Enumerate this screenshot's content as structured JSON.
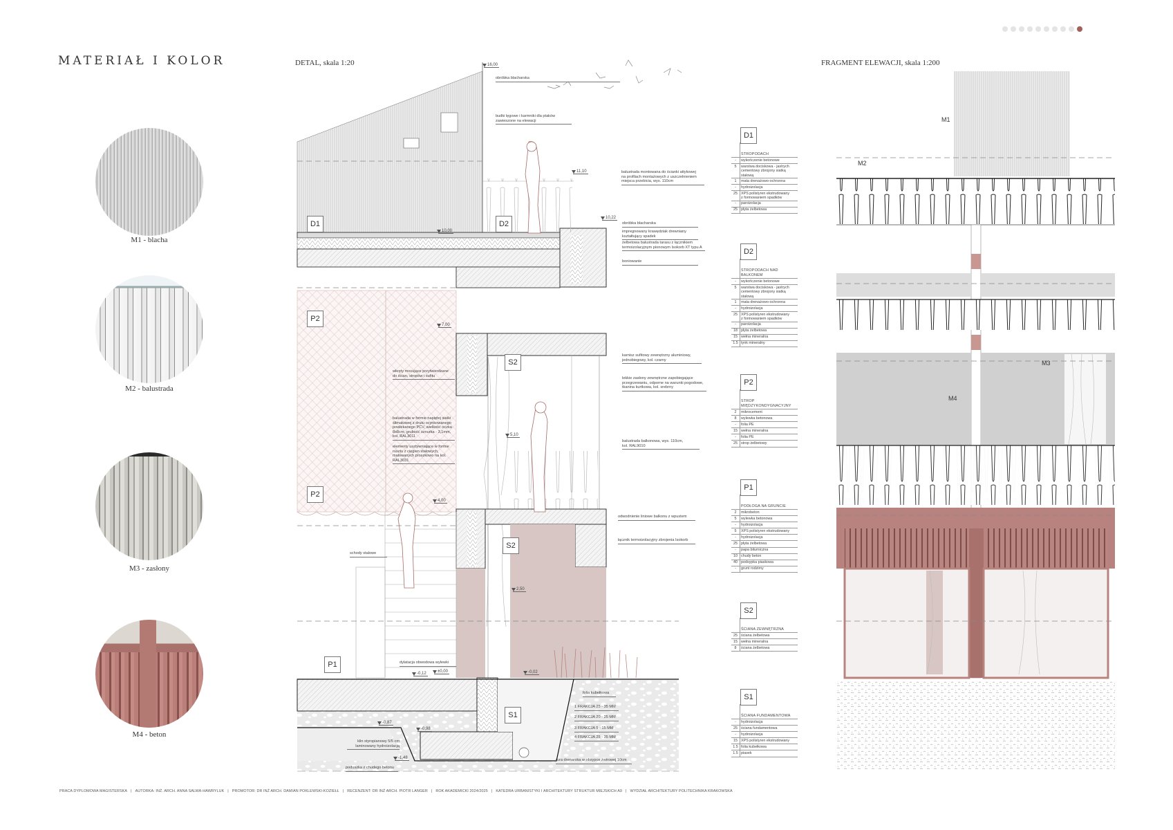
{
  "header": {
    "title": "MATERIAŁ I KOLOR",
    "detail_title": "DETAL, skala 1:20",
    "elevation_title": "FRAGMENT ELEWACJI, skala 1:200"
  },
  "pagination": {
    "total": 10,
    "active": 10,
    "active_color": "#a0615b"
  },
  "materials": [
    {
      "code": "M1",
      "label": "M1 - blacha"
    },
    {
      "code": "M2",
      "label": "M2 - balustrada"
    },
    {
      "code": "M3",
      "label": "M3 - zasłony"
    },
    {
      "code": "M4",
      "label": "M4 - beton"
    }
  ],
  "detail": {
    "tags": [
      "D1",
      "D2",
      "P2",
      "P2",
      "S2",
      "S2",
      "P1",
      "S1"
    ],
    "levels": [
      "16,00",
      "11,10",
      "10,22",
      "10,00",
      "7,00",
      "5,10",
      "4,00",
      "2,50",
      "-0,12",
      "±0,00",
      "-0,02",
      "-0,87",
      "-0,98",
      "-1,48"
    ],
    "notes": [
      "obróbka blacharska",
      "budki lęgowe i karmniki dla ptaków\nzawieszone na elewacji",
      "balustrada montowana do ścianki attykowej\nna profilach montażowych z uszczelnieniem\nmiejsca przebicia, wys. 110cm",
      "obróbka blacharska",
      "impregnowany krawędziak drewniany\nkształtujący spadek",
      "żelbetowa balustrada tarasu z łącznikiem\ntermoizolacyjnym pionowym Isokorb XT typu A",
      "boniowanie",
      "karnisz sufitowy zewnętrzny aluminiowy,\njednobiegowy, kol. czarny",
      "lekkie zasłony zewnętrzne zapobiegające\nprzegrzewaniu, odporne na warunki pogodowe,\ntkanina kurtkowa, kol. srebrny",
      "wkręty mocujące przytwierdzane\ndo ścian, stropów i sufitu",
      "balustrada w formie napiętej siatki\nślimakowej z drutu ocynkowanego\npowlekanego PCV, wielkość oczka\n8x8cm, grubość sznurka - 3,1mm,\nkol. RAL3011",
      "elementy usztywniające w formie\nrusztu z cięgien stalowych,\nmalowanych proszkowo na kol.\nRAL3031",
      "balustrada balkonowa, wys. 110cm,\nkol. RAL9010",
      "odwodnienie liniowe balkonu z wpustem",
      "łącznik termoizolacyjny zbrojenia Isokorb",
      "schody stalowe",
      "dylatacja obwodowa wylewki",
      "folia kubełkowa",
      "1 FRAKCJA  25 - 35 MM",
      "2 FRAKCJA 20 - 25 MM",
      "3 FRAKCJA   5 - 15 MM",
      "4 FRAKCJA 25 - 35 MM",
      "klin styropianowy 5/5 cm\nlaminowany hydroizolacją",
      "poduszka z chudego betonu",
      "rura drenarska w obsypce żwirowej 10cm"
    ]
  },
  "layers": [
    {
      "tag": "D1",
      "heading": "STROPODACH",
      "rows": [
        [
          "-",
          "wykończenie betonowe"
        ],
        [
          "5",
          "warstwa dociskowa - jastrych\ncementowy zbrojony siatką\nstalową"
        ],
        [
          "1",
          "mata drenażowo-ochronna"
        ],
        [
          "-",
          "hydroizolacja"
        ],
        [
          "25",
          "XPS polistyren ekstrudowany\nz formowaniem spadków"
        ],
        [
          "-",
          "paroizolacja"
        ],
        [
          "25",
          "płyta żelbetowa"
        ]
      ]
    },
    {
      "tag": "D2",
      "heading": "STROPODACH NAD BALKONEM",
      "rows": [
        [
          "-",
          "wykończenie betonowe"
        ],
        [
          "5",
          "warstwa dociskowa - jastrych\ncementowy zbrojony siatką\nstalową"
        ],
        [
          "1",
          "mata drenażowo-ochronna"
        ],
        [
          "-",
          "hydroizolacja"
        ],
        [
          "25",
          "XPS polistyren ekstrudowany\nz formowaniem spadków"
        ],
        [
          "-",
          "paroizolacja"
        ],
        [
          "18",
          "płyta żelbetowa"
        ],
        [
          "15",
          "wełna mineralna"
        ],
        [
          "1.5",
          "tynk mineralny"
        ]
      ]
    },
    {
      "tag": "P2",
      "heading": "STROP MIĘDZYKONDYGNACYJNY",
      "rows": [
        [
          "2",
          "mikrocement"
        ],
        [
          "8",
          "wylewka betonowa"
        ],
        [
          "-",
          "folia PE"
        ],
        [
          "15",
          "wełna mineralna"
        ],
        [
          "-",
          "folia PE"
        ],
        [
          "25",
          "strop żelbetowy"
        ]
      ]
    },
    {
      "tag": "P1",
      "heading": "PODŁOGA NA GRUNCIE",
      "rows": [
        [
          "2",
          "mikrobeton"
        ],
        [
          "5",
          "wylewka betonowa"
        ],
        [
          "-",
          "hydroizolacja"
        ],
        [
          "5",
          "XPS polistyren ekstrudowany"
        ],
        [
          "-",
          "hydroizolacja"
        ],
        [
          "25",
          "płyta żelbetowa"
        ],
        [
          "-",
          "papa bitumiczna"
        ],
        [
          "10",
          "chudy beton"
        ],
        [
          "40",
          "podsypka piaskowa"
        ],
        [
          "-",
          "grunt rodzimy"
        ]
      ]
    },
    {
      "tag": "S2",
      "heading": "ŚCIANA ZEWNĘTRZNA",
      "rows": [
        [
          "25",
          "ściana żelbetowa"
        ],
        [
          "15",
          "wełna mineralna"
        ],
        [
          "8",
          "ściana żelbetowa"
        ]
      ]
    },
    {
      "tag": "S1",
      "heading": "ŚCIANA FUNDAMENTOWA",
      "rows": [
        [
          "-",
          "hydroizolacja"
        ],
        [
          "25",
          "ściana fundamentowa"
        ],
        [
          "-",
          "hydroizolacja"
        ],
        [
          "15",
          "XPS polistyren ekstrudowany"
        ],
        [
          "1.5",
          "folia kubełkowa"
        ],
        [
          "1.5",
          "piasek"
        ]
      ]
    }
  ],
  "elevation": {
    "tags": [
      "M1",
      "M2",
      "M3",
      "M4"
    ]
  },
  "footer": [
    "PRACA DYPLOMOWA MAGISTERSKA",
    "AUTORKA: INŻ. ARCH. ANNA SALWA-HAWRYLUK",
    "PROMOTOR: DR INŻ ARCH. DAMIAN POKLEWSKI-KOZIEŁŁ",
    "RECENZENT: DR INŻ ARCH. PIOTR LANGER",
    "ROK AKADEMICKI 2024/2025",
    "KATEDRA URBANISTYKI I ARCHITEKTURY STRUKTUR MIEJSKICH A9",
    "WYDZIAŁ ARCHITEKTURY POLITECHNIKA KRAKOWSKA"
  ]
}
